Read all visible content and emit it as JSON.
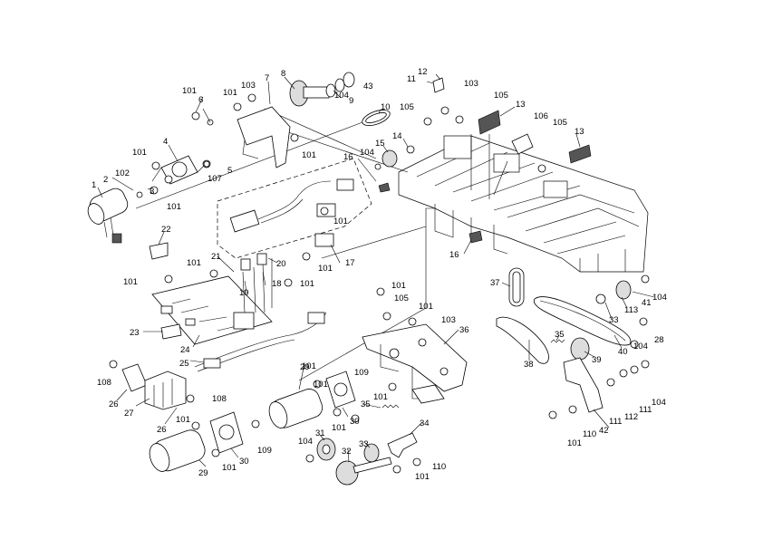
{
  "diagram": {
    "callouts": [
      {
        "id": "c1",
        "text": "1"
      },
      {
        "id": "c2",
        "text": "2"
      },
      {
        "id": "c3",
        "text": "3"
      },
      {
        "id": "c4",
        "text": "4"
      },
      {
        "id": "c5",
        "text": "5"
      },
      {
        "id": "c6",
        "text": "6"
      },
      {
        "id": "c7",
        "text": "7"
      },
      {
        "id": "c8",
        "text": "8"
      },
      {
        "id": "c9",
        "text": "9"
      },
      {
        "id": "c10",
        "text": "10"
      },
      {
        "id": "c11",
        "text": "11"
      },
      {
        "id": "c12",
        "text": "12"
      },
      {
        "id": "c13a",
        "text": "13"
      },
      {
        "id": "c13b",
        "text": "13"
      },
      {
        "id": "c14",
        "text": "14"
      },
      {
        "id": "c15",
        "text": "15"
      },
      {
        "id": "c16a",
        "text": "16"
      },
      {
        "id": "c16b",
        "text": "16"
      },
      {
        "id": "c17",
        "text": "17"
      },
      {
        "id": "c18",
        "text": "18"
      },
      {
        "id": "c19",
        "text": "19"
      },
      {
        "id": "c20",
        "text": "20"
      },
      {
        "id": "c21",
        "text": "21"
      },
      {
        "id": "c22",
        "text": "22"
      },
      {
        "id": "c23",
        "text": "23"
      },
      {
        "id": "c24",
        "text": "24"
      },
      {
        "id": "c25",
        "text": "25"
      },
      {
        "id": "c26a",
        "text": "26"
      },
      {
        "id": "c26b",
        "text": "26"
      },
      {
        "id": "c27",
        "text": "27"
      },
      {
        "id": "c28",
        "text": "28"
      },
      {
        "id": "c29a",
        "text": "29"
      },
      {
        "id": "c29b",
        "text": "29"
      },
      {
        "id": "c30a",
        "text": "30"
      },
      {
        "id": "c30b",
        "text": "30"
      },
      {
        "id": "c31",
        "text": "31"
      },
      {
        "id": "c32",
        "text": "32"
      },
      {
        "id": "c33a",
        "text": "33"
      },
      {
        "id": "c33b",
        "text": "33"
      },
      {
        "id": "c34",
        "text": "34"
      },
      {
        "id": "c35a",
        "text": "35"
      },
      {
        "id": "c35b",
        "text": "35"
      },
      {
        "id": "c36",
        "text": "36"
      },
      {
        "id": "c37",
        "text": "37"
      },
      {
        "id": "c38",
        "text": "38"
      },
      {
        "id": "c39",
        "text": "39"
      },
      {
        "id": "c40",
        "text": "40"
      },
      {
        "id": "c41",
        "text": "41"
      },
      {
        "id": "c42",
        "text": "42"
      },
      {
        "id": "c43",
        "text": "43"
      },
      {
        "id": "c101a",
        "text": "101"
      },
      {
        "id": "c101b",
        "text": "101"
      },
      {
        "id": "c101c",
        "text": "101"
      },
      {
        "id": "c101d",
        "text": "101"
      },
      {
        "id": "c101e",
        "text": "101"
      },
      {
        "id": "c101f",
        "text": "101"
      },
      {
        "id": "c101g",
        "text": "101"
      },
      {
        "id": "c101h",
        "text": "101"
      },
      {
        "id": "c101i",
        "text": "101"
      },
      {
        "id": "c101j",
        "text": "101"
      },
      {
        "id": "c101k",
        "text": "101"
      },
      {
        "id": "c101l",
        "text": "101"
      },
      {
        "id": "c101m",
        "text": "101"
      },
      {
        "id": "c101n",
        "text": "101"
      },
      {
        "id": "c101o",
        "text": "101"
      },
      {
        "id": "c101p",
        "text": "101"
      },
      {
        "id": "c101q",
        "text": "101"
      },
      {
        "id": "c101r",
        "text": "101"
      },
      {
        "id": "c101s",
        "text": "101"
      },
      {
        "id": "c101t",
        "text": "101"
      },
      {
        "id": "c102",
        "text": "102"
      },
      {
        "id": "c103a",
        "text": "103"
      },
      {
        "id": "c103b",
        "text": "103"
      },
      {
        "id": "c103c",
        "text": "103"
      },
      {
        "id": "c104a",
        "text": "104"
      },
      {
        "id": "c104b",
        "text": "104"
      },
      {
        "id": "c104c",
        "text": "104"
      },
      {
        "id": "c104d",
        "text": "104"
      },
      {
        "id": "c104e",
        "text": "104"
      },
      {
        "id": "c104f",
        "text": "104"
      },
      {
        "id": "c105a",
        "text": "105"
      },
      {
        "id": "c105b",
        "text": "105"
      },
      {
        "id": "c105c",
        "text": "105"
      },
      {
        "id": "c105d",
        "text": "105"
      },
      {
        "id": "c106",
        "text": "106"
      },
      {
        "id": "c107",
        "text": "107"
      },
      {
        "id": "c108a",
        "text": "108"
      },
      {
        "id": "c108b",
        "text": "108"
      },
      {
        "id": "c109a",
        "text": "109"
      },
      {
        "id": "c109b",
        "text": "109"
      },
      {
        "id": "c110a",
        "text": "110"
      },
      {
        "id": "c110b",
        "text": "110"
      },
      {
        "id": "c111a",
        "text": "111"
      },
      {
        "id": "c111b",
        "text": "111"
      },
      {
        "id": "c112",
        "text": "112"
      },
      {
        "id": "c113",
        "text": "113"
      }
    ]
  }
}
